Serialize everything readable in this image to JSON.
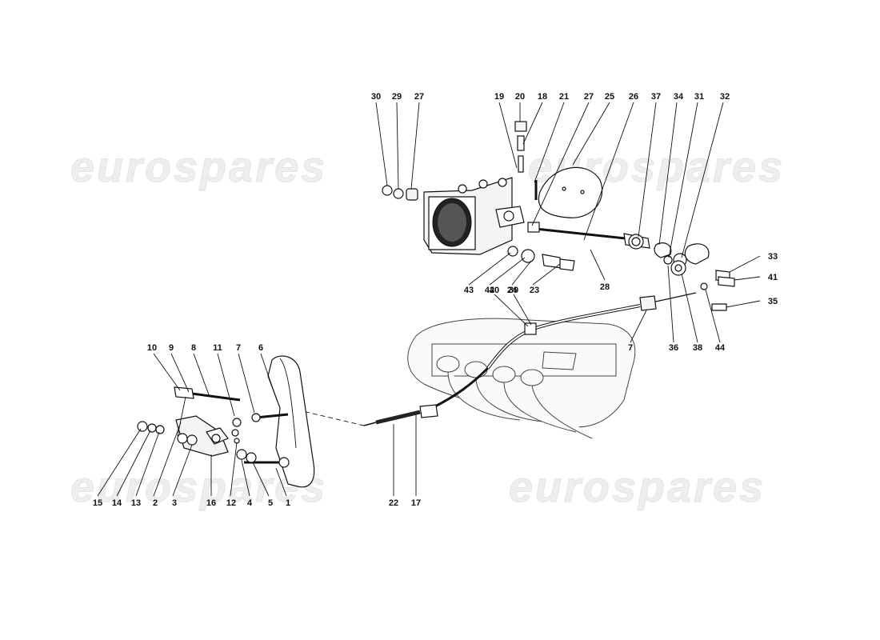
{
  "watermark": {
    "text": "eurospares"
  },
  "callouts": [
    {
      "id": "c1",
      "text": "1"
    },
    {
      "id": "c2",
      "text": "2"
    },
    {
      "id": "c3",
      "text": "3"
    },
    {
      "id": "c4",
      "text": "4"
    },
    {
      "id": "c5",
      "text": "5"
    },
    {
      "id": "c6",
      "text": "6"
    },
    {
      "id": "c7a",
      "text": "7"
    },
    {
      "id": "c7b",
      "text": "7"
    },
    {
      "id": "c8",
      "text": "8"
    },
    {
      "id": "c9",
      "text": "9"
    },
    {
      "id": "c10",
      "text": "10"
    },
    {
      "id": "c11",
      "text": "11"
    },
    {
      "id": "c12",
      "text": "12"
    },
    {
      "id": "c13",
      "text": "13"
    },
    {
      "id": "c14",
      "text": "14"
    },
    {
      "id": "c15",
      "text": "15"
    },
    {
      "id": "c16",
      "text": "16"
    },
    {
      "id": "c17",
      "text": "17"
    },
    {
      "id": "c18",
      "text": "18"
    },
    {
      "id": "c19",
      "text": "19"
    },
    {
      "id": "c20",
      "text": "20"
    },
    {
      "id": "c21",
      "text": "21"
    },
    {
      "id": "c22",
      "text": "22"
    },
    {
      "id": "c23",
      "text": "23"
    },
    {
      "id": "c24",
      "text": "24"
    },
    {
      "id": "c25",
      "text": "25"
    },
    {
      "id": "c26",
      "text": "26"
    },
    {
      "id": "c27a",
      "text": "27"
    },
    {
      "id": "c27b",
      "text": "27"
    },
    {
      "id": "c28",
      "text": "28"
    },
    {
      "id": "c29",
      "text": "29"
    },
    {
      "id": "c30",
      "text": "30"
    },
    {
      "id": "c31",
      "text": "31"
    },
    {
      "id": "c32",
      "text": "32"
    },
    {
      "id": "c33",
      "text": "33"
    },
    {
      "id": "c34",
      "text": "34"
    },
    {
      "id": "c35",
      "text": "35"
    },
    {
      "id": "c36",
      "text": "36"
    },
    {
      "id": "c37",
      "text": "37"
    },
    {
      "id": "c38",
      "text": "38"
    },
    {
      "id": "c39",
      "text": "39"
    },
    {
      "id": "c40",
      "text": "40"
    },
    {
      "id": "c41",
      "text": "41"
    },
    {
      "id": "c42",
      "text": "42"
    },
    {
      "id": "c43",
      "text": "43"
    },
    {
      "id": "c44",
      "text": "44"
    }
  ],
  "colors": {
    "line": "#111111",
    "watermark": "#eeeeee"
  }
}
